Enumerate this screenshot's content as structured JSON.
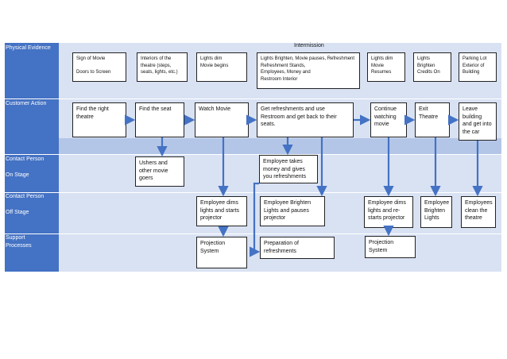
{
  "diagram": {
    "intermission_label": "Intermission",
    "lanes": [
      {
        "label": "Physical Evidence"
      },
      {
        "label": "Customer Action"
      },
      {
        "label": "Contact Person\n\nOn Stage"
      },
      {
        "label": "Contact Person\n\nOff Stage"
      },
      {
        "label": "Support\nProcesses"
      }
    ],
    "physical_evidence": [
      "Sign of Movie\n\nDoors to Screen",
      "Interiors of the\ntheatre (steps,\nseats, lights, etc.)",
      "Lights dim\nMovie begins",
      "Lights Brighten, Movie pauses, Refreshment\nRefreshment Stands,\nEmployees, Money  and\nRestroom Interior",
      "Lights dim\nMovie\nResumes",
      "Lights\nBrighten\nCredits On",
      "Parking Lot\nExterior of\nBuilding"
    ],
    "customer_actions": [
      "Find the right\ntheatre",
      "Find the seat",
      "Watch Movie",
      "Get refreshments and use\nRestroom and get back to their\nseats.",
      "Continue\nwatching\nmovie",
      "Exit\nTheatre",
      "Leave\nbuilding\nand get into\nthe car"
    ],
    "onstage_actions": [
      "Ushers and\nother movie\ngoers",
      "Employee takes\nmoney and gives\nyou refreshments"
    ],
    "offstage_actions": [
      "Employee dims\nlights and starts\nprojector",
      "Employee Brighten\nLights and pauses\nprojector",
      "Employee dims\nlights and re-\nstarts projector",
      "Employee\nBrighten\nLights",
      "Employees\nclean the\ntheatre"
    ],
    "support_processes": [
      "Projection\nSystem",
      "Preparation of\nrefreshments",
      "Projection\nSystem"
    ]
  },
  "colors": {
    "lane_header": "#4472c4",
    "lane_light": "#d9e2f3",
    "lane_mid": "#b4c6e7",
    "arrow": "#4472c4",
    "separator": "#5b86c8"
  }
}
